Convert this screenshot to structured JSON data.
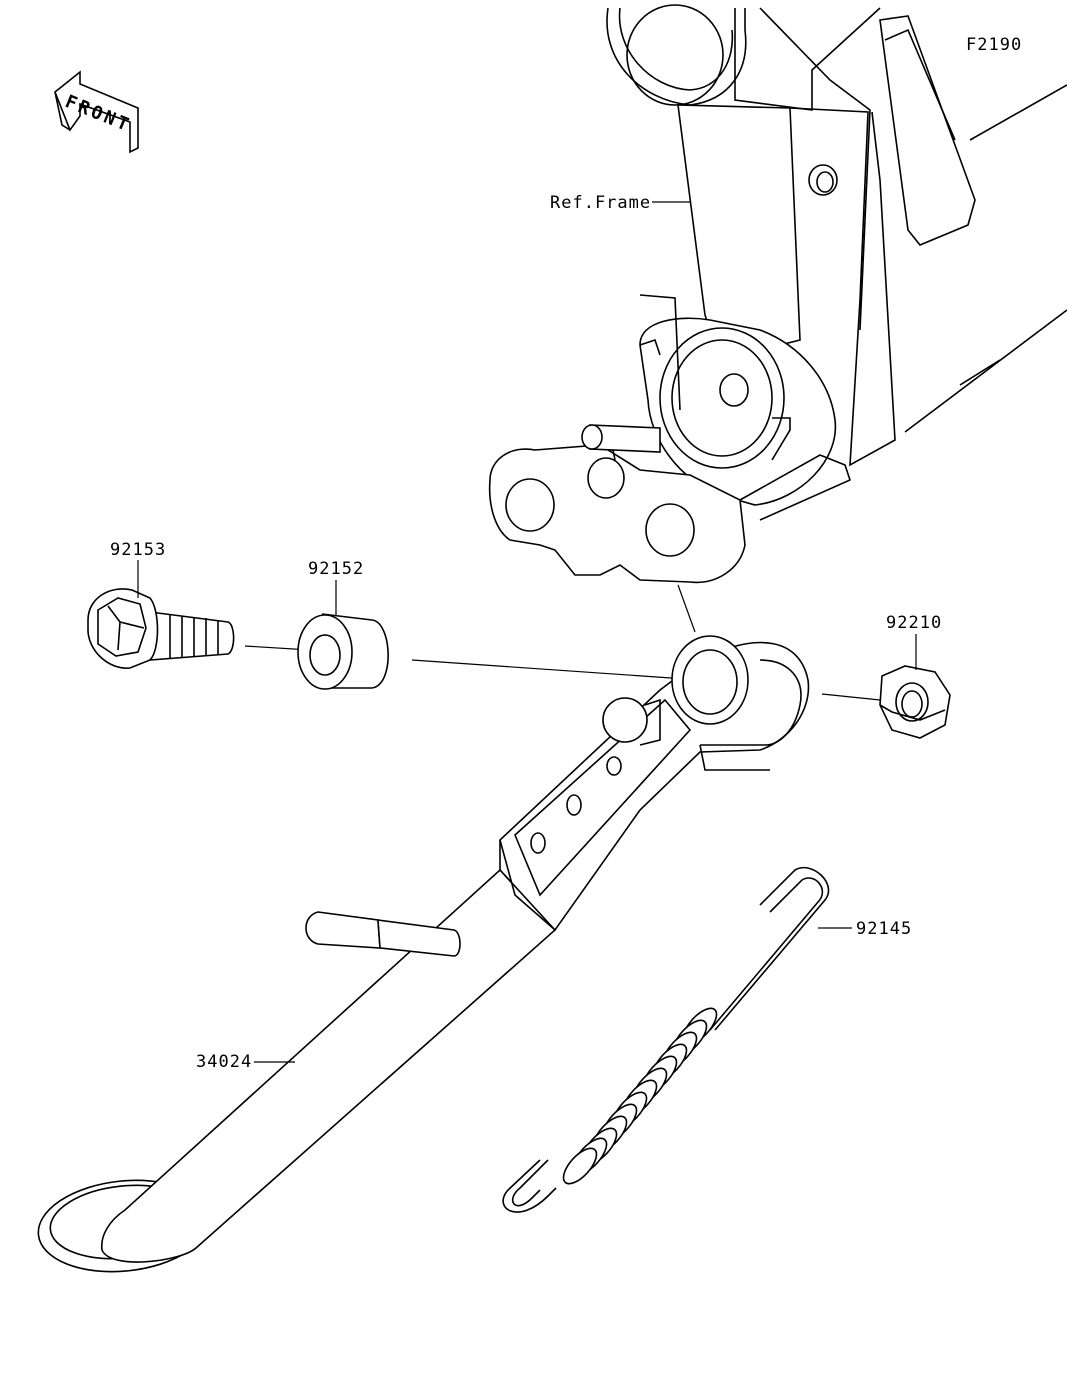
{
  "figure_code": "F2190",
  "front_arrow_text": "FRONT",
  "labels": {
    "ref_frame": "Ref.Frame",
    "bolt": "92153",
    "collar": "92152",
    "nut": "92210",
    "spring": "92145",
    "side_stand": "34024"
  }
}
